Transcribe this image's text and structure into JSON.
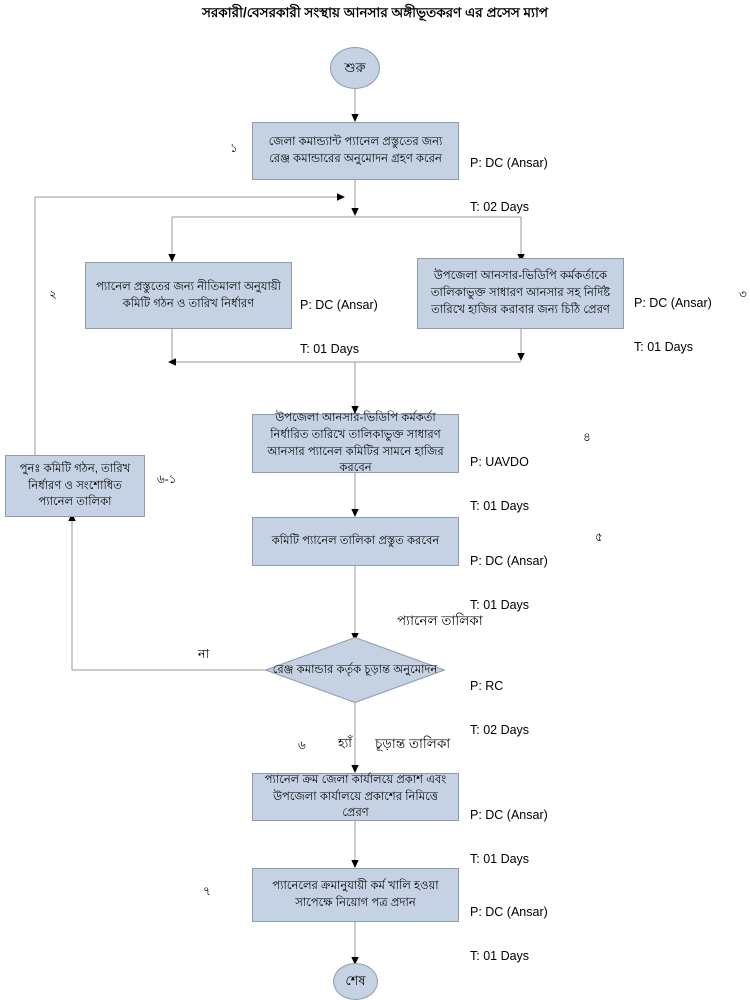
{
  "title": "সরকারী/বেসরকারী সংস্থায় আনসার অঙ্গীভূতকরণ এর প্রসেস ম্যাপ",
  "terminators": {
    "start": "শুরু",
    "end": "শেষ"
  },
  "nodes": {
    "step1": {
      "text": "জেলা কমান্ড্যান্ট প্যানেল প্রস্তুতের জন্য রেঞ্জ কমান্ডারের অনুমোদন গ্রহণ করেন",
      "performer": "P: DC (Ansar)",
      "time": "T: 02 Days",
      "number": "১"
    },
    "step2": {
      "text": "প্যানেল প্রস্তুতের জন্য নীতিমালা অনুযায়ী কমিটি গঠন ও তারিখ নির্ধারণ",
      "performer": "P: DC (Ansar)",
      "time": "T: 01 Days",
      "number": "২"
    },
    "step3": {
      "text": "উপজেলা আনসার-ভিডিপি কর্মকর্তাকে তালিকাভুক্ত সাধারণ আনসার সহ নির্দিষ্ট তারিখে হাজির করাবার জন্য চিঠি প্রেরণ",
      "performer": "P: DC (Ansar)",
      "time": "T: 01 Days",
      "number": "৩"
    },
    "step4": {
      "text": "উপজেলা আনসার-ভিডিপি কর্মকর্তা নির্ধারিত তারিখে তালিকাভুক্ত সাধারণ আনসার প্যানেল কমিটির সামনে হাজির করবেন",
      "performer": "P: UAVDO",
      "time": "T: 01 Days",
      "number": "৪"
    },
    "step5": {
      "text": "কমিটি প্যানেল তালিকা প্রস্তুত করবেন",
      "performer": "P: DC (Ansar)",
      "time": "T: 01 Days",
      "number": "৫"
    },
    "rework": {
      "text": "পুনঃ  কমিটি গঠন, তারিখ নির্ধারণ ও সংশোধিত প্যানেল তালিকা",
      "number": "৬-১"
    },
    "decision": {
      "text": "রেঞ্জ কমান্ডার কর্তৃক চূড়ান্ত অনুমোদন",
      "performer": "P: RC",
      "time": "T: 02 Days",
      "number": "৬",
      "input_label": "প্যানেল তালিকা",
      "no_label": "না",
      "yes_label": "হ্যাঁ",
      "yes_output_label": "চূড়ান্ত তালিকা"
    },
    "step6": {
      "text": "প্যানেল ক্রম জেলা কার্যালয়ে প্রকাশ এবং উপজেলা কার্যালয়ে প্রকাশের নিমিত্তে প্রেরণ",
      "performer": "P: DC (Ansar)",
      "time": "T: 01 Days"
    },
    "step7": {
      "text": "প্যানেলের ক্রমানুযায়ী কর্ম খালি হওয়া সাপেক্ষে নিয়োগ পত্র প্রদান",
      "performer": "P: DC (Ansar)",
      "time": "T: 01 Days",
      "number": "৭"
    }
  },
  "colors": {
    "node_fill": "#c5d2e4",
    "node_border": "#8d9dae",
    "connector": "#9a9a9a",
    "arrowhead": "#000000",
    "text": "#000000",
    "background": "#ffffff"
  }
}
